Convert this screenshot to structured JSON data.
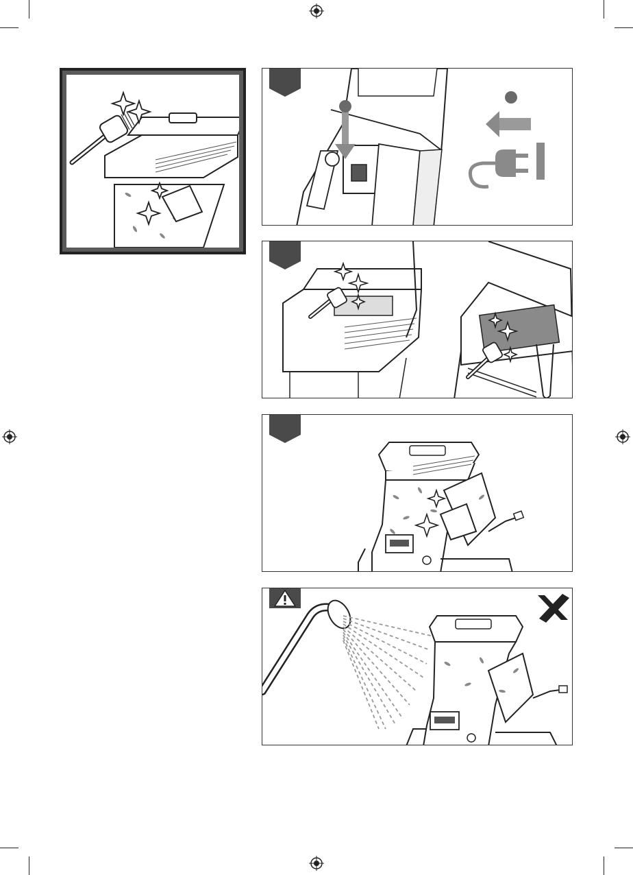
{
  "document": {
    "type": "assembly-manual-page",
    "steps": [
      {
        "id": "step-1",
        "marker": "",
        "callouts": [
          "",
          ""
        ]
      },
      {
        "id": "step-2",
        "marker": ""
      },
      {
        "id": "step-3",
        "marker": ""
      },
      {
        "id": "step-4",
        "marker": "warning",
        "prohibited": true
      }
    ],
    "icons": {
      "registration": "registration-mark-icon",
      "warning": "warning-triangle-icon",
      "prohibited": "cross-mark-icon",
      "unplug": "unplug-icon",
      "brush": "brush-icon",
      "sparkle": "sparkle-icon",
      "cloth": "cloth-icon",
      "hose": "garden-hose-icon"
    },
    "colors": {
      "ink": "#222222",
      "tab": "#4a4a4a",
      "arrow": "#8a8a8a",
      "hero_frame": "#5a5a5a"
    }
  }
}
